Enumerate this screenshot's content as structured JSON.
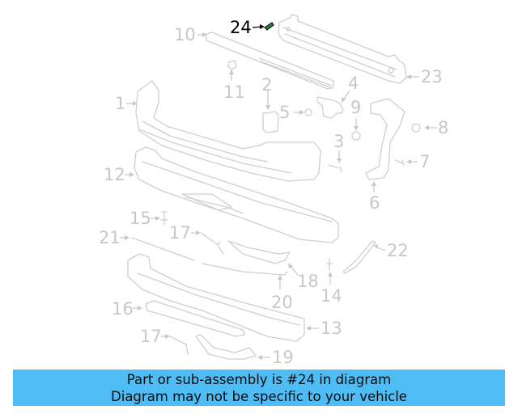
{
  "diagram": {
    "highlighted_part": "24",
    "highlight_color": "#000000",
    "callout_color": "#c8c8c8",
    "part_highlight_color": "#2e7d32",
    "callouts": [
      {
        "id": "1",
        "label": "1"
      },
      {
        "id": "2",
        "label": "2"
      },
      {
        "id": "3",
        "label": "3"
      },
      {
        "id": "4",
        "label": "4"
      },
      {
        "id": "5",
        "label": "5"
      },
      {
        "id": "6",
        "label": "6"
      },
      {
        "id": "7",
        "label": "7"
      },
      {
        "id": "8",
        "label": "8"
      },
      {
        "id": "9",
        "label": "9"
      },
      {
        "id": "10",
        "label": "10"
      },
      {
        "id": "11",
        "label": "11"
      },
      {
        "id": "12",
        "label": "12"
      },
      {
        "id": "13",
        "label": "13"
      },
      {
        "id": "14",
        "label": "14"
      },
      {
        "id": "15",
        "label": "15"
      },
      {
        "id": "16",
        "label": "16"
      },
      {
        "id": "17a",
        "label": "17"
      },
      {
        "id": "17b",
        "label": "17"
      },
      {
        "id": "18",
        "label": "18"
      },
      {
        "id": "19",
        "label": "19"
      },
      {
        "id": "20",
        "label": "20"
      },
      {
        "id": "21",
        "label": "21"
      },
      {
        "id": "22",
        "label": "22"
      },
      {
        "id": "23",
        "label": "23"
      },
      {
        "id": "24",
        "label": "24"
      }
    ]
  },
  "banner": {
    "line1": "Part or sub-assembly is #24 in diagram",
    "line2": "Diagram may not be specific to your vehicle",
    "background": "#4fbdf5"
  }
}
